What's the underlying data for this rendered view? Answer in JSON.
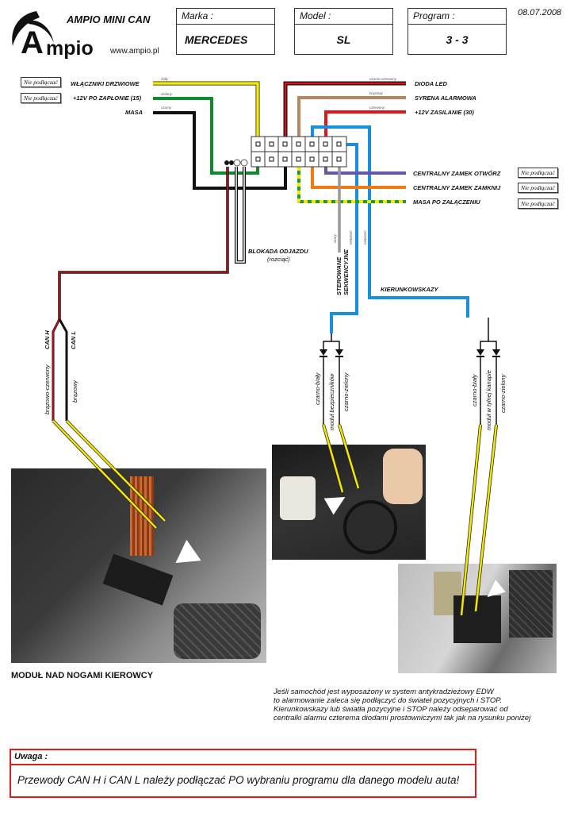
{
  "header": {
    "logo_text": "mpio",
    "logo_letter": "A",
    "title": "AMPIO MINI CAN",
    "website": "www.ampio.pl",
    "date": "08.07.2008",
    "fields": [
      {
        "label": "Marka :",
        "value": "MERCEDES"
      },
      {
        "label": "Model :",
        "value": "SL"
      },
      {
        "label": "Program :",
        "value": "3 - 3"
      }
    ]
  },
  "wiring": {
    "left_wires": [
      {
        "label": "WŁĄCZNIKI DRZWIOWE",
        "color_name": "żółty",
        "color": "#f5e800",
        "badge": "Nie podłączać"
      },
      {
        "label": "+12V PO ZAPŁONIE (15)",
        "color_name": "zielony",
        "color": "#0f8a2e",
        "badge": "Nie podłączać"
      },
      {
        "label": "MASA",
        "color_name": "czarny",
        "color": "#111111",
        "badge": ""
      }
    ],
    "right_top_wires": [
      {
        "label": "DIODA LED",
        "color_name": "czarno-czerwony",
        "color": "#d4141b"
      },
      {
        "label": "SYRENA ALARMOWA",
        "color_name": "brązowy",
        "color": "#b98460"
      },
      {
        "label": "+12V ZASILANIE (30)",
        "color_name": "czerwony",
        "color": "#e0161c"
      }
    ],
    "right_bottom_wires": [
      {
        "label": "CENTRALNY ZAMEK OTWÓRZ",
        "color": "#6a55a8",
        "badge": "Nie podłączać"
      },
      {
        "label": "CENTRALNY ZAMEK ZAMKNIJ",
        "color": "#f07a14",
        "badge": "Nie podłączać"
      },
      {
        "label": "MASA PO ZAŁĄCZENIU",
        "color": "#1e9a3a",
        "badge": "Nie podłączać"
      }
    ],
    "immobilizer": {
      "label": "BLOKADA ODJAZDU",
      "sub": "(rozciąć)"
    },
    "sequential": {
      "label_line1": "STEROWANE",
      "label_line2": "SEKWENCYJNE",
      "color_grey": "szary",
      "color_blue1": "niebieski",
      "color_blue2": "niebieski"
    },
    "indicators": {
      "label": "KIERUNKOWSKAZY"
    },
    "can": {
      "can_h": "CAN H",
      "can_l": "CAN L",
      "can_h_color": "brązowo-czerwony",
      "can_l_color": "brązowy"
    },
    "diodes_left": {
      "wire1": "czarno-biały",
      "module": "moduł bezpieczników",
      "wire2": "czarno-zielony"
    },
    "diodes_right": {
      "wire1": "czarno-biały",
      "module": "moduł w tylnej kanapie",
      "wire2": "czarno-zielony"
    }
  },
  "photos": {
    "caption_left": "MODUŁ NAD NOGAMI KIEROWCY"
  },
  "note": {
    "lines": [
      "Jeśli samochód jest wyposażony w system antykradzieżowy EDW",
      "to alarmowanie zaleca się podłączyć do świateł pozycyjnych i STOP.",
      "Kierunkowskazy lub światła pozycyjne i STOP należy odseparować od",
      "centralki alarmu czterema diodami prostowniczymi tak jak na rysunku poniżej"
    ]
  },
  "warning": {
    "label": "Uwaga :",
    "text": "Przewody CAN H i CAN L należy podłączać PO wybraniu programu dla danego modelu auta!"
  },
  "colors": {
    "accent_red": "#e01b1b",
    "yellow": "#f5e800",
    "blue": "#1a8fe0",
    "green": "#0f8a2e",
    "black": "#111111"
  }
}
